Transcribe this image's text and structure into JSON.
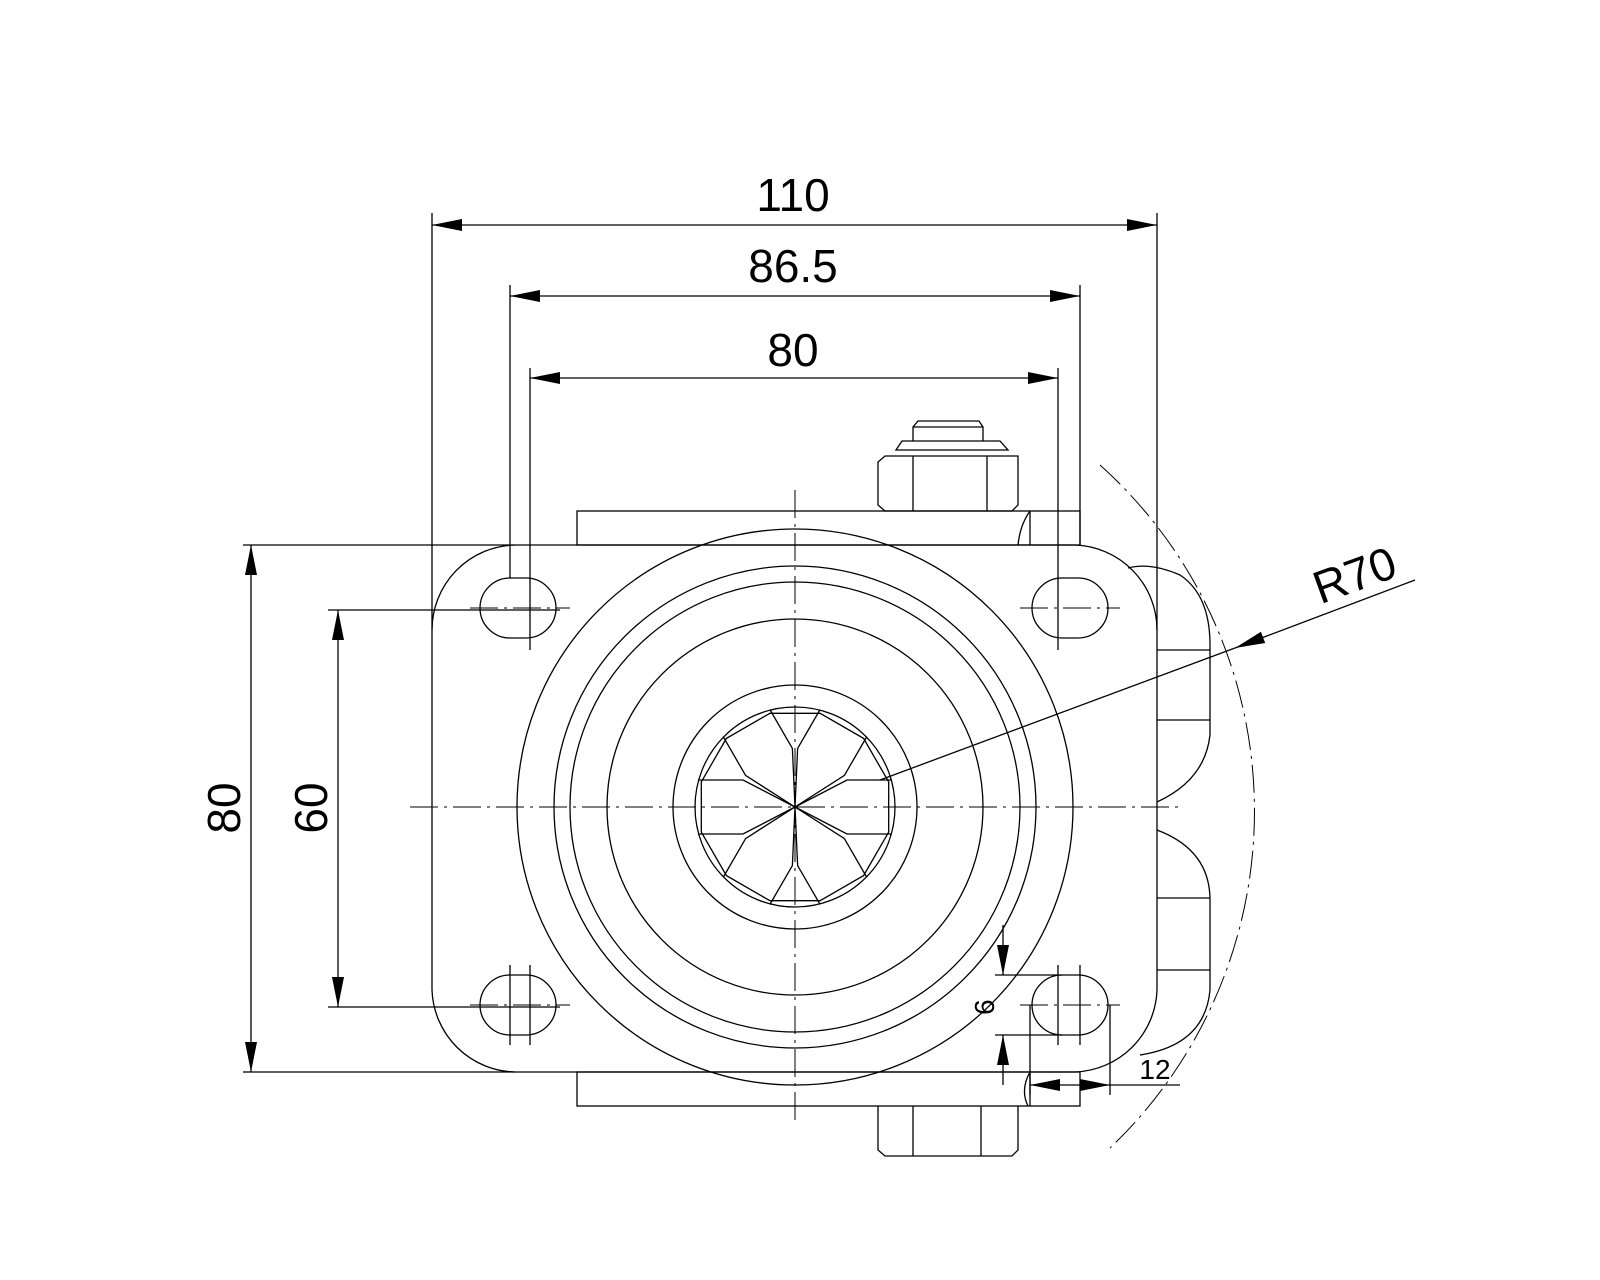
{
  "drawing": {
    "dimensions": {
      "overall_width": "110",
      "bolt_span_outer": "86.5",
      "bolt_span_inner": "80",
      "overall_height": "80",
      "bolt_span_vertical": "60",
      "slot_width": "9",
      "slot_length": "12",
      "swing_radius": "R70"
    },
    "line_color": "#000000",
    "background": "#ffffff"
  }
}
